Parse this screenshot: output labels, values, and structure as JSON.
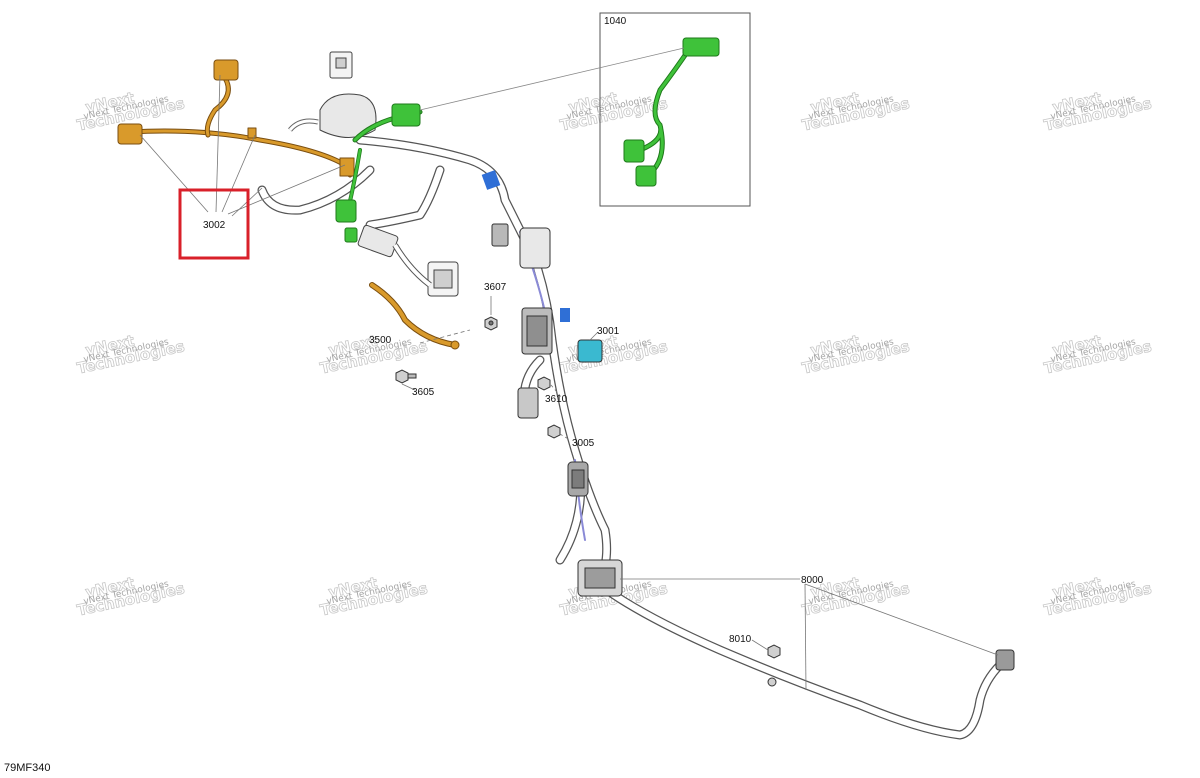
{
  "diagram": {
    "code": "79MF340",
    "callouts": {
      "p1040": "1040",
      "p3002": "3002",
      "p3607": "3607",
      "p3500": "3500",
      "p3001": "3001",
      "p3605": "3605",
      "p3610": "3610",
      "p3005": "3005",
      "p8000": "8000",
      "p8010": "8010"
    },
    "highlighted_part": "3002",
    "highlight_color": "#d9202a",
    "part_colors": {
      "orange_harness": "#d99a2b",
      "green_harness": "#3fc23a",
      "blue_tape": "#2f6fd6",
      "cyan_connector": "#3ab9d0"
    },
    "watermark": {
      "line1": "vNext",
      "line2": "Technologies",
      "tag": "vNext Technologies"
    }
  }
}
